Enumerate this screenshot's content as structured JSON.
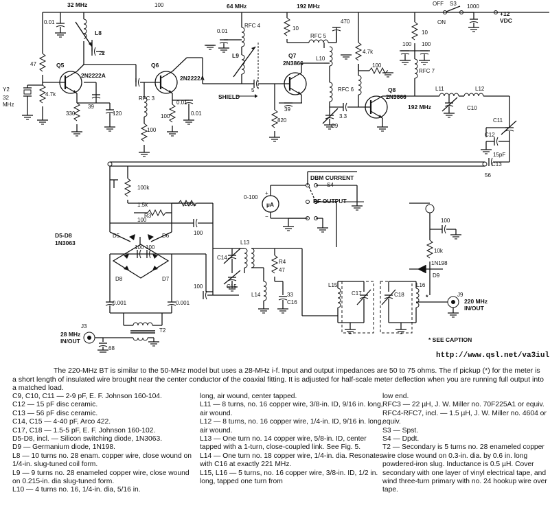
{
  "url": "http://www.qsl.net/va3iul",
  "caption": "The 220-MHz BT is similar to the 50-MHz model but uses a 28-MHz i-f. Input and output impedances are 50 to 75 ohms. The rf pickup (*) for the meter is a short length of insulated wire brought near the center conductor of the coaxial fitting. It is adjusted for half-scale meter deflection when you are running full output into a matched load.",
  "parts": {
    "col1": [
      "C9, C10, C11 — 2-9 pF, E. F. Johnson 160-104.",
      "C12 — 15 pF disc ceramic.",
      "C13 — 56 pF disc ceramic.",
      "C14, C15 — 4-40 pF, Arco 422.",
      "C17, C18 — 1.5-5 pF, E. F. Johnson 160-102.",
      "D5-D8, incl. — Silicon switching diode, 1N3063.",
      "D9 — Germanium diode, 1N198.",
      "L8 — 10 turns no. 28 enam. copper wire, close wound on 1/4-in. slug-tuned coil form.",
      "L9 — 9 turns no. 28 enameled copper wire, close wound on 0.215-in. dia slug-tuned form.",
      "L10 — 4 turns no. 16, 1/4-in. dia, 5/16 in."
    ],
    "col2": [
      "long, air wound, center tapped.",
      "L11 — 8 turns, no. 16 copper wire, 3/8-in. ID, 9/16 in. long, air wound.",
      "L12 — 8 turns, no. 16 copper wire, 1/4-in. ID, 9/16 in. long, air wound.",
      "L13 — One turn no. 14 copper wire, 5/8-in. ID, center tapped with a 1-turn, close-coupled link. See Fig. 5.",
      "L14 — One turn no. 18 copper wire, 1/4-in. dia. Resonates with C16 at exactly 221 MHz.",
      "L15, L16 — 5 turns, no. 16 copper wire, 3/8-in. ID, 1/2 in. long, tapped one turn from"
    ],
    "col3": [
      "low end.",
      "RFC3 — 22 µH, J. W. Miller no. 70F225A1 or equiv.",
      "RFC4-RFC7, incl. — 1.5 µH, J. W. Miller no. 4604 or equiv.",
      "S3 — Spst.",
      "S4 — Dpdt.",
      "T2 — Secondary is 5 turns no. 28 enameled copper wire close wound on 0.3-in. dia. by 0.6 in. long powdered-iron slug. Inductance is 0.5 µH. Cover secondary with one layer of vinyl electrical tape, and wind three-turn primary with no. 24 hookup wire over tape."
    ]
  },
  "labels": {
    "f32": "32 MHz",
    "f64": "64 MHz",
    "f192": "192 MHz",
    "f192b": "192 MHz",
    "r100top": "100",
    "off": "OFF",
    "on": "ON",
    "s3": "S3",
    "r1000": "1000",
    "vdc1": "+12",
    "vdc2": "VDC",
    "c001a": "0.01",
    "r47": "47",
    "y2a": "Y2",
    "y2b": "32",
    "y2c": "MHz",
    "r47k": "4.7k",
    "q5": "Q5",
    "q5t": "2N2222A",
    "l8": "L8",
    "c22": "22",
    "c39a": "39",
    "r330": "330",
    "c120": "120",
    "q6": "Q6",
    "q6t": "2N2222A",
    "rfc3": "RFC 3",
    "r100b": "100",
    "c001b": "0.01",
    "r100c": "100",
    "c001c": "0.01",
    "rfc4": "RFC 4",
    "l9": "L9",
    "shield": "SHIELD",
    "c5": "5",
    "q7": "Q7",
    "q7t": "2N3866",
    "r10a": "10",
    "rfc5": "RFC 5",
    "c470": "470",
    "l10": "L10",
    "c39b": "39",
    "r820": "820",
    "c9": "C9",
    "c33": "3.3",
    "r47kb": "4.7k",
    "r100d": "100",
    "rfc6": "RFC 6",
    "q8": "Q8",
    "q8t": "2N3866",
    "r10b": "10",
    "c100a": "100",
    "c100b": "100",
    "rfc7": "RFC 7",
    "l11": "L11",
    "l12": "L12",
    "c10": "C10",
    "c11": "C11",
    "c12": "C12",
    "c15pf": "15pF",
    "c13": "C13",
    "c56": "56",
    "dbm": "DBM CURRENT",
    "s4": "S4",
    "meter": "0-100",
    "ua": "µA",
    "rfout": "RF OUTPUT",
    "r100k": "100k",
    "r15k": "1.5k",
    "r3": "R3",
    "r100kb": "100k",
    "d5d8": "D5-D8",
    "n1n3063": "1N3063",
    "d5": "D5",
    "d6": "D6",
    "d7": "D7",
    "d8": "D8",
    "c100c": "100",
    "c100d": "100",
    "c100e": "100",
    "c100f": "100",
    "c0001a": "0.001",
    "c0001b": "0.001",
    "c14": "C14",
    "c15": "C15",
    "l13": "L13",
    "r4": "R4",
    "r47b": "47",
    "l14": "L14",
    "c16": "C16",
    "c33b": "33",
    "l15": "L15",
    "c17": "C17",
    "c18": "C18",
    "l16": "L16",
    "c100g": "100",
    "r10k": "10k",
    "d9": "D9",
    "n1n198": "1N198",
    "j9": "J9",
    "j9a": "220 MHz",
    "j9b": "IN/OUT",
    "t2": "T2",
    "c68": "68",
    "j3": "J3",
    "j3a": "28 MHz",
    "j3b": "IN/OUT",
    "plus": "+",
    "minus": "−",
    "star": "*",
    "seecap": "*  SEE CAPTION"
  }
}
